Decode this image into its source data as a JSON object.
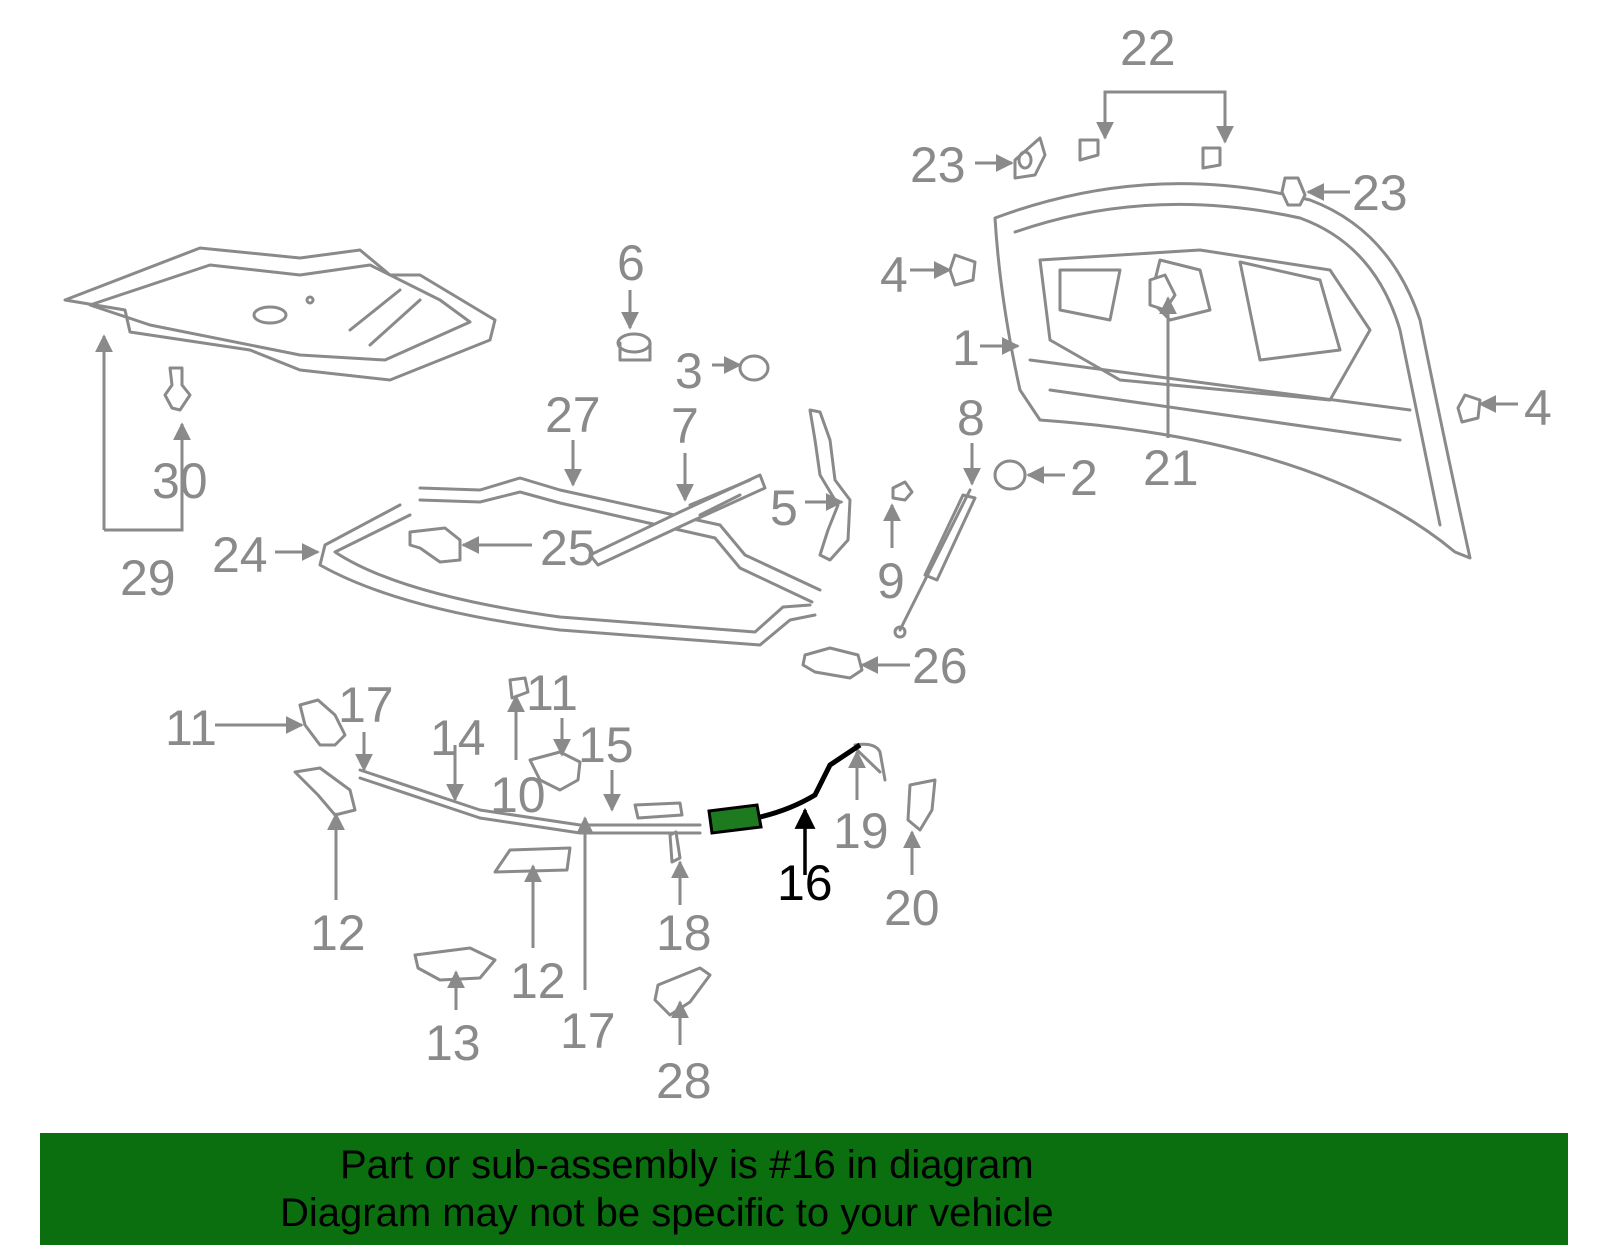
{
  "labels": {
    "l1": "1",
    "l2": "2",
    "l3": "3",
    "l4a": "4",
    "l4b": "4",
    "l5": "5",
    "l6": "6",
    "l7": "7",
    "l8": "8",
    "l9": "9",
    "l10": "10",
    "l11a": "11",
    "l11b": "11",
    "l12a": "12",
    "l12b": "12",
    "l13": "13",
    "l14": "14",
    "l15": "15",
    "l16": "16",
    "l17a": "17",
    "l17b": "17",
    "l18": "18",
    "l19": "19",
    "l20": "20",
    "l21": "21",
    "l22": "22",
    "l23a": "23",
    "l23b": "23",
    "l24": "24",
    "l25": "25",
    "l26": "26",
    "l27": "27",
    "l28": "28",
    "l29": "29",
    "l30": "30"
  },
  "highlight": {
    "part_number": "16",
    "color": "#1e7a1e"
  },
  "banner": {
    "line1": "Part or sub-assembly is #16 in diagram",
    "line2": "Diagram may not be specific to your vehicle",
    "background": "#0b6e0f"
  },
  "colors": {
    "part": "#8a8a8a",
    "highlight_text": "#000000"
  }
}
